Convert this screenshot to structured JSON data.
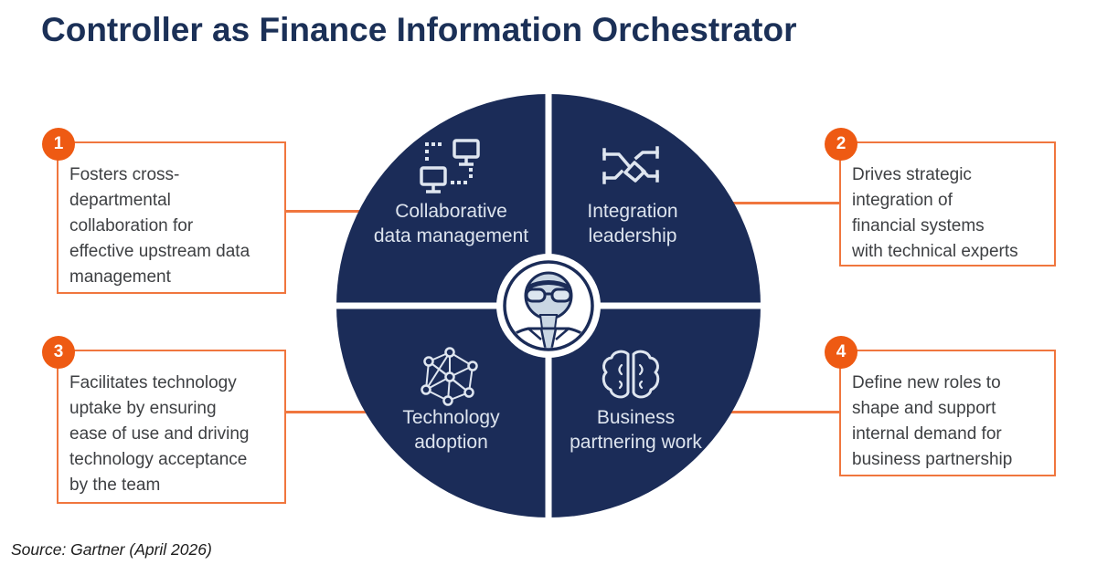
{
  "title": "Controller as Finance Information Orchestrator",
  "source_note": "Source: Gartner (April 2026)",
  "colors": {
    "navy": "#1b2c58",
    "title_navy": "#1b3057",
    "orange_line": "#f0763e",
    "badge_orange": "#ee5a13",
    "quadrant_label": "#dde4ee",
    "callout_text": "#3e4043"
  },
  "center": {
    "avatar": "controller-person-icon"
  },
  "quadrants": [
    {
      "label": "Collaborative\ndata management",
      "icon": "network-monitors-icon"
    },
    {
      "label": "Integration\nleadership",
      "icon": "handshake-icon"
    },
    {
      "label": "Technology\nadoption",
      "icon": "network-nodes-icon"
    },
    {
      "label": "Business\npartnering work",
      "icon": "brain-icon"
    }
  ],
  "callouts": [
    {
      "number": "1",
      "text": "Fosters cross-\ndepartmental\ncollaboration for\neffective upstream data\nmanagement"
    },
    {
      "number": "2",
      "text": "Drives strategic\nintegration of\nfinancial systems\nwith technical experts"
    },
    {
      "number": "3",
      "text": "Facilitates technology\nuptake by ensuring\nease of use and driving\ntechnology acceptance\nby the team"
    },
    {
      "number": "4",
      "text": "Define new roles to\nshape and support\ninternal demand for\nbusiness partnership"
    }
  ]
}
